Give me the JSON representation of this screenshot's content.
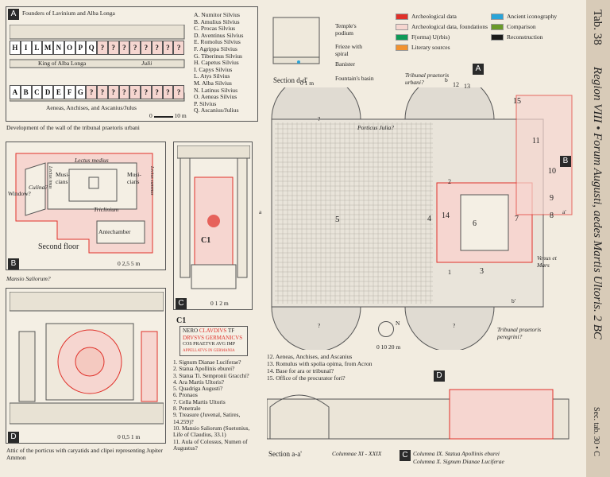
{
  "panel_a": {
    "tag": "A",
    "founders": "Founders of Lavinium and Alba Longa",
    "top_letters": [
      "H",
      "I",
      "L",
      "M",
      "N",
      "O",
      "P",
      "Q",
      "?",
      "?",
      "?",
      "?",
      "?",
      "?",
      "?",
      "?"
    ],
    "king_label": "King of Alba Longa",
    "julii_label": "Julii",
    "bottom_letters": [
      "A",
      "B",
      "C",
      "D",
      "E",
      "F",
      "G",
      "?",
      "?",
      "?",
      "?",
      "?",
      "?",
      "?",
      "?",
      "?"
    ],
    "bottom_caption": "Aeneas, Anchises, and Ascanius/Julus",
    "scale": [
      "0",
      "10 m"
    ]
  },
  "names": [
    "A. Numitor Silvius",
    "B. Amulius Silvius",
    "C. Procas Silvius",
    "D. Aventinus Silvius",
    "E. Romolus Silvius",
    "F. Agrippa Silvius",
    "G. Tiberinus Silvius",
    "H. Capetus Silvius",
    "I. Capys Silvius",
    "L. Atys Silvius",
    "M. Alba Silvius",
    "N. Latinus Silvius",
    "O. Aeneas Silvius",
    "P. Silvius",
    "Q. Ascanius/Julius"
  ],
  "caption_dev": "Development of the wall of the tribunal praetoris urbani",
  "panel_b": {
    "tag": "B",
    "lectus": "Lectus medius",
    "culina": "Culina?",
    "musicians_l": "Musi-cians",
    "musicians_r": "Musi-cians",
    "triclinium": "Triclinium",
    "window": "Window?",
    "antechamber": "Antechamber",
    "second_floor": "Second floor",
    "lectus_imus": "Lectus imus",
    "lectus_summus": "Lectus summus",
    "scale": [
      "0",
      "2,5",
      "5 m"
    ]
  },
  "caption_mansio": "Mansio Saliorum?",
  "panel_c": {
    "tag": "C",
    "c1": "C1",
    "scale": [
      "0",
      "1",
      "2 m"
    ]
  },
  "inscription": {
    "tag": "C1",
    "line1": [
      "NERO",
      "CLAVDIVS",
      "TF"
    ],
    "line2": "DRVSVS GERMANICVS",
    "line3": [
      "COS",
      "PRAETVR",
      "AVG",
      "IMP"
    ],
    "line4": "APPELLATVS IN GERMANIA"
  },
  "panel_d": {
    "tag": "D",
    "scale": [
      "0",
      "0,5",
      "1 m"
    ],
    "caption": "Attic of the porticus with caryatids and clipei representing Jupiter Ammon"
  },
  "section_dd": {
    "label": "Section d-d'",
    "podium": "Temple's podium",
    "frieze": "Frieze with spiral",
    "banister": "Banister",
    "basin": "Fountain's basin",
    "scale": [
      "0",
      "1 m"
    ]
  },
  "legend": [
    {
      "label": "Archeological data",
      "color": "#e0312a"
    },
    {
      "label": "Archeological data, foundations",
      "color": "#f6d6d0"
    },
    {
      "label": "F(orma) U(rbis)",
      "color": "#0f9a57"
    },
    {
      "label": "Literary sources",
      "color": "#f2922f"
    },
    {
      "label": "Ancient iconography",
      "color": "#2aa4d8"
    },
    {
      "label": "Comparison",
      "color": "#6a9a2a"
    },
    {
      "label": "Reconstruction",
      "color": "#1a1a1a"
    }
  ],
  "plan": {
    "porticus": "Porticus Julia?",
    "tribunal_urbani": "Tribunal praetoris urbani?",
    "tribunal_peregrini": "Tribunal praetoris peregrini?",
    "venus_mars": "Venus et Mars",
    "nums": [
      "5",
      "4",
      "14",
      "6",
      "7",
      "8",
      "9",
      "10",
      "11",
      "15",
      "12",
      "13",
      "3",
      "2",
      "1"
    ],
    "q": "?",
    "a": "a",
    "a2": "a'",
    "b": "b",
    "b2": "b'",
    "A": "A",
    "B": "B",
    "north": "N",
    "scale": [
      "0",
      "10",
      "20 m"
    ]
  },
  "keys_right": [
    "12. Aeneas, Anchises, and Ascanius",
    "13. Romulus with spolia opima, from Acron",
    "14. Base for ara or tribunal?",
    "15. Office of the procurator fori?"
  ],
  "keys_left": [
    "1. Signum Dianae Luciferae?",
    "2. Statua Apollinis eburei?",
    "3. Statua Ti. Sempronii Gracchi?",
    "4. Ara Martis Ultoris?",
    "5. Quadriga Augusti?",
    "6. Pronaos",
    "7. Cella Martis Ultoris",
    "8. Penetrale",
    "9. Treasure (Juvenal, Satires, 14.259)?",
    "10. Mansio Saliorum (Suetonius, Life of Claudius, 33.1)",
    "11. Aula of Colossus, Numen of Augustus?"
  ],
  "section_aa": {
    "label": "Section a-a'",
    "D": "D",
    "C": "C",
    "columnae_xi": "Columnae XI - XXIX",
    "col9": "Columna IX. Statua Apollinis eburei",
    "col10": "Columna X. Signum Dianae Luciferae"
  },
  "side": {
    "tab": "Tab. 38",
    "title": "Region VIII • Forum Augusti, aedes Martis Ultoris. 2 BC",
    "sec": "Sec. tab. 30 • C"
  }
}
